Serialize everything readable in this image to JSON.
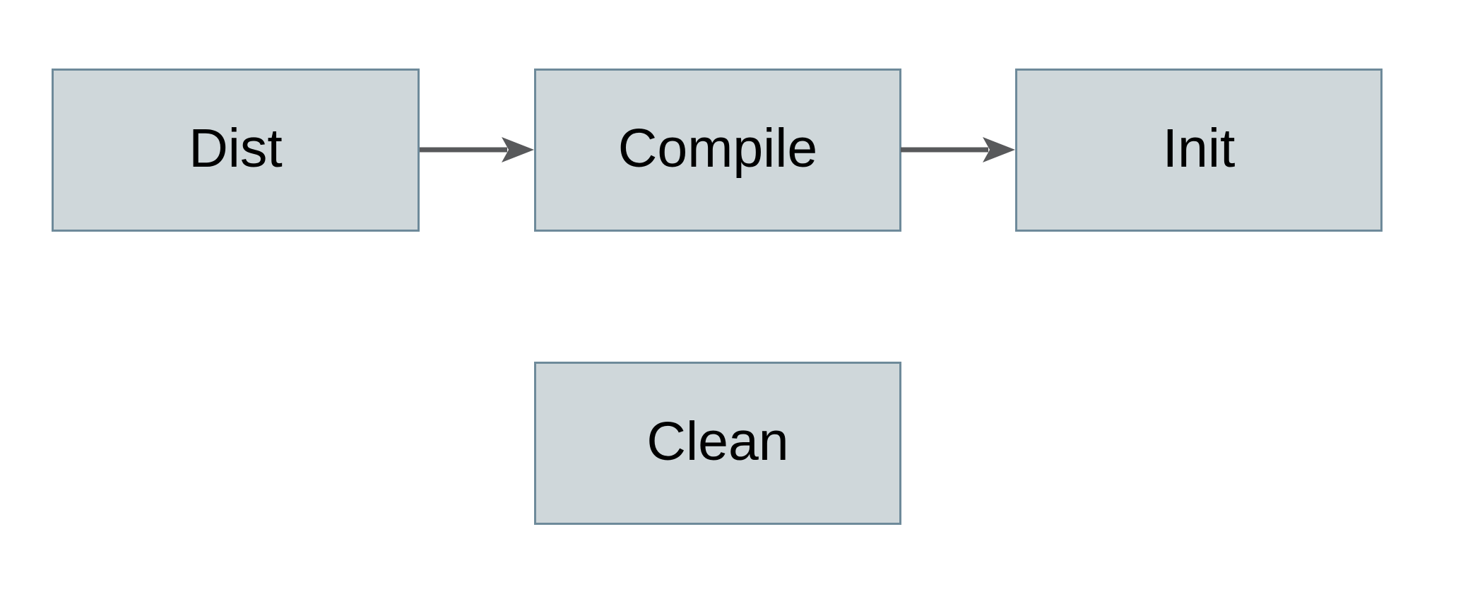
{
  "diagram": {
    "type": "flowchart",
    "background_color": "#ffffff",
    "node_fill_color": "#cfd7da",
    "node_border_color": "#6e8a9a",
    "node_text_color": "#000000",
    "arrow_color": "#58595b",
    "nodes": [
      {
        "id": "dist",
        "label": "Dist"
      },
      {
        "id": "compile",
        "label": "Compile"
      },
      {
        "id": "init",
        "label": "Init"
      },
      {
        "id": "clean",
        "label": "Clean"
      }
    ],
    "edges": [
      {
        "from": "dist",
        "to": "compile",
        "direction": "right",
        "style": "solid-arrow"
      },
      {
        "from": "compile",
        "to": "init",
        "direction": "right",
        "style": "solid-arrow"
      }
    ]
  }
}
